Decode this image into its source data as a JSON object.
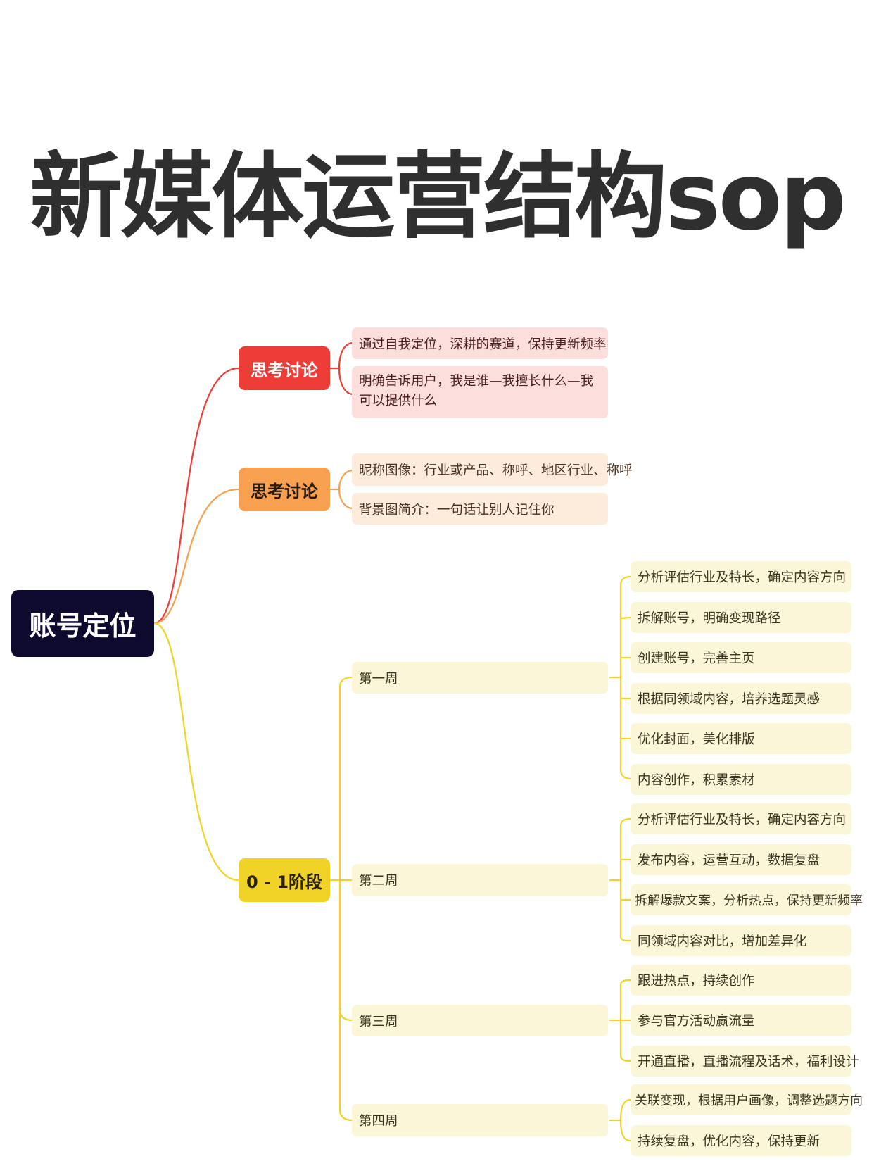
{
  "title": "新媒体运营结构sop",
  "root": {
    "label": "账号定位"
  },
  "colors": {
    "root": "#0d0a2e",
    "red": "#ee3c36",
    "orange": "#f7a04f",
    "yellow": "#f1d327"
  },
  "branches": [
    {
      "label": "思考讨论",
      "items": [
        "通过自我定位，深耕的赛道，保持更新频率",
        "明确告诉用户，我是谁—我擅长什么—我可以提供什么"
      ]
    },
    {
      "label": "思考讨论",
      "items": [
        "昵称图像：行业或产品、称呼、地区行业、称呼",
        "背景图简介：一句话让别人记住你"
      ]
    },
    {
      "label": "0 - 1阶段",
      "weeks": [
        {
          "label": "第一周",
          "items": [
            "分析评估行业及特长，确定内容方向",
            "拆解账号，明确变现路径",
            "创建账号，完善主页",
            "根据同领域内容，培养选题灵感",
            "优化封面，美化排版",
            "内容创作，积累素材"
          ]
        },
        {
          "label": "第二周",
          "items": [
            "分析评估行业及特长，确定内容方向",
            "发布内容，运营互动，数据复盘",
            "拆解爆款文案，分析热点，保持更新频率",
            "同领域内容对比，增加差异化"
          ]
        },
        {
          "label": "第三周",
          "items": [
            "跟进热点，持续创作",
            "参与官方活动赢流量",
            "开通直播，直播流程及话术，福利设计"
          ]
        },
        {
          "label": "第四周",
          "items": [
            "关联变现，根据用户画像，调整选题方向",
            "持续复盘，优化内容，保持更新"
          ]
        }
      ]
    }
  ]
}
